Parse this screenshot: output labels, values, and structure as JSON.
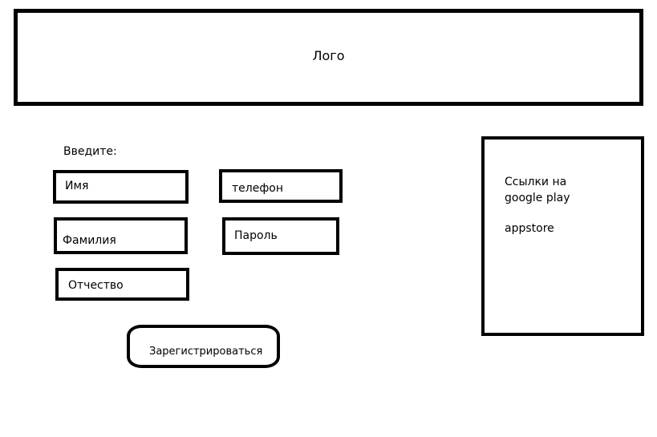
{
  "header": {
    "logo_text": "Лого"
  },
  "form": {
    "prompt": "Введите:",
    "fields": {
      "first_name": "Имя",
      "last_name": "Фамилия",
      "middle_name": "Отчество",
      "phone": "телефон",
      "password": "Пароль"
    },
    "register_label": "Зарегистрироваться"
  },
  "side_panel": {
    "line1": "Ссылки на",
    "line2": "google play",
    "line3": "appstore"
  }
}
